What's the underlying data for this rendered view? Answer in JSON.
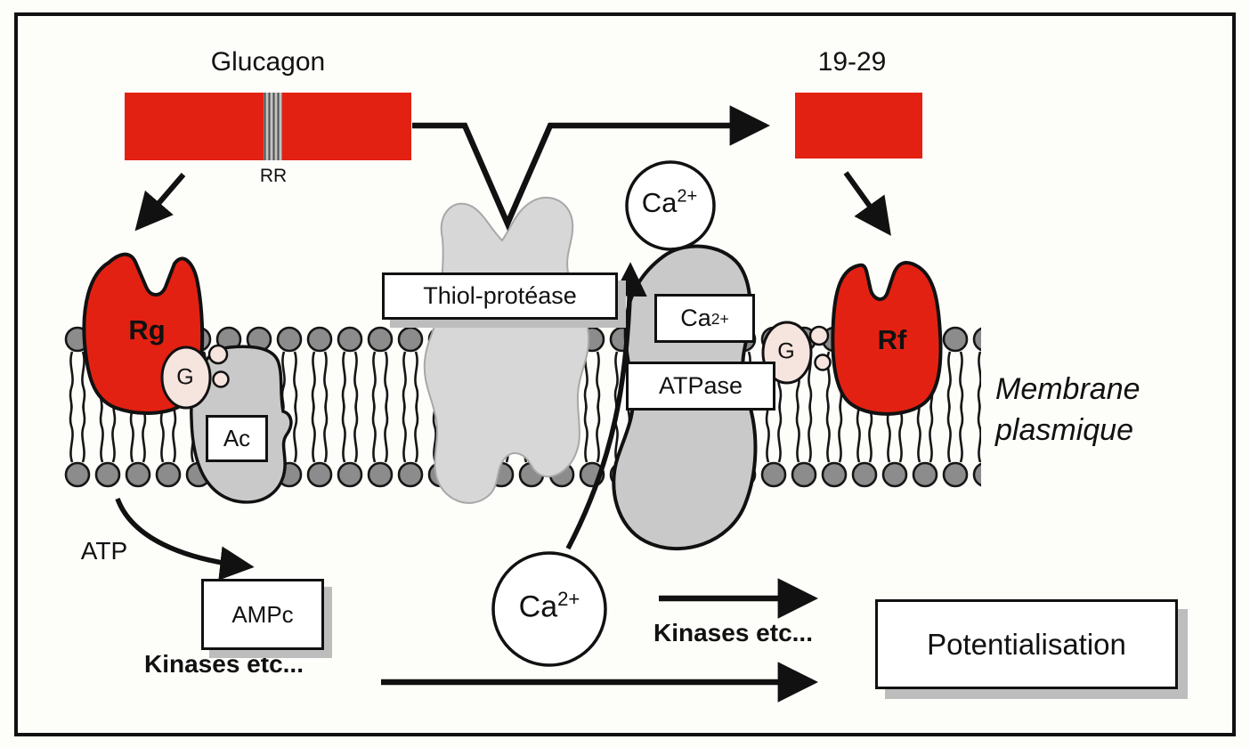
{
  "colors": {
    "red": "#e32112",
    "pump_gray": "#c9c9c9",
    "protease_gray": "#d7d7d7",
    "g_pink": "#f6e4de"
  },
  "labels": {
    "glucagon": "Glucagon",
    "fragment_19_29": "19-29",
    "rr": "RR",
    "receptor_rg": "Rg",
    "receptor_rf": "Rf",
    "g_protein": "G",
    "ac": "Ac",
    "thiol_protease": "Thiol-protéase",
    "atpase": "ATPase",
    "atp": "ATP",
    "ampc": "AMPc",
    "kinases": "Kinases etc...",
    "potentialisation": "Potentialisation",
    "membrane_line1": "Membrane",
    "membrane_line2": "plasmique"
  },
  "ca": {
    "base": "Ca",
    "sup": "2+"
  }
}
